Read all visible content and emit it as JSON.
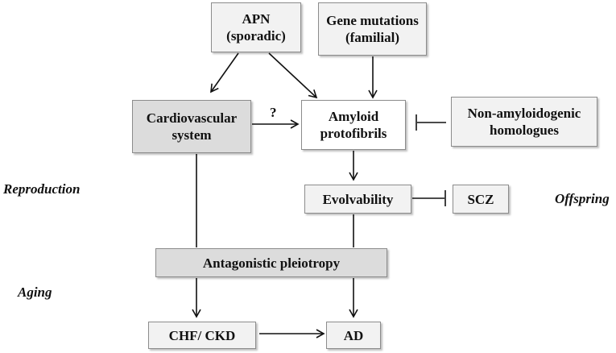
{
  "nodes": {
    "apn": {
      "line1": "APN",
      "line2": "(sporadic)"
    },
    "gene_mutations": {
      "line1": "Gene mutations",
      "line2": "(familial)"
    },
    "cardiovascular": {
      "line1": "Cardiovascular",
      "line2": "system"
    },
    "amyloid": {
      "line1": "Amyloid",
      "line2": "protofibrils"
    },
    "non_amyloidogenic": {
      "line1": "Non-amyloidogenic",
      "line2": "homologues"
    },
    "evolvability": {
      "label": "Evolvability"
    },
    "scz": {
      "label": "SCZ"
    },
    "antagonistic": {
      "label": "Antagonistic pleiotropy"
    },
    "chf_ckd": {
      "label": "CHF/ CKD"
    },
    "ad": {
      "label": "AD"
    }
  },
  "labels": {
    "question": "?",
    "reproduction": "Reproduction",
    "offspring": "Offspring",
    "aging": "Aging"
  }
}
